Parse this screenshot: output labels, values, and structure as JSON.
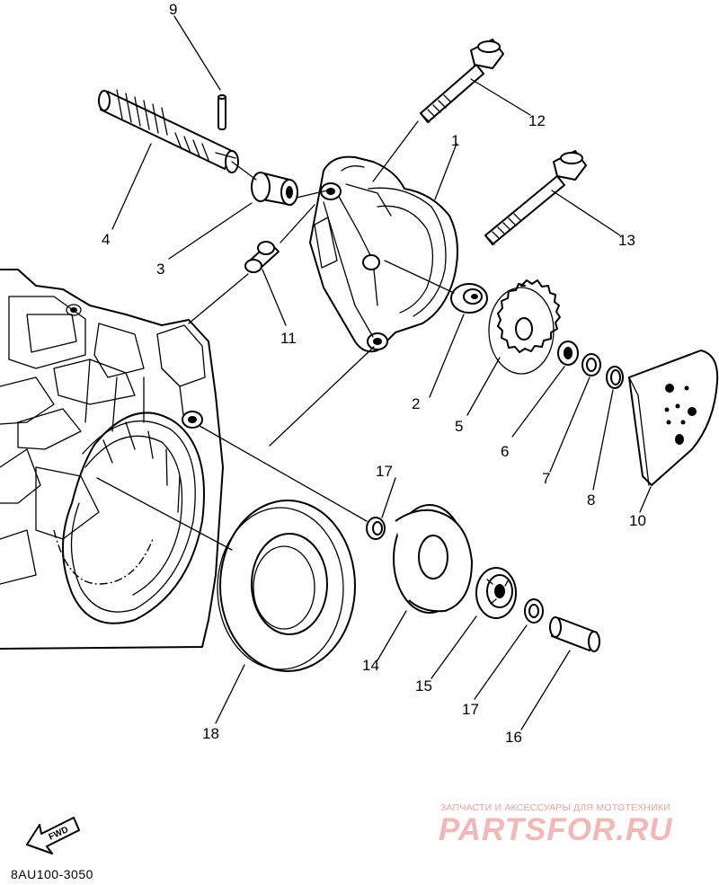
{
  "diagram": {
    "labels": {
      "p1": "1",
      "p2": "2",
      "p3": "3",
      "p4": "4",
      "p5": "5",
      "p6": "6",
      "p7": "7",
      "p8": "8",
      "p9": "9",
      "p10": "10",
      "p11": "11",
      "p12": "12",
      "p13": "13",
      "p14": "14",
      "p15": "15",
      "p16": "16",
      "p17a": "17",
      "p17b": "17",
      "p18": "18"
    },
    "diagram_code": "8AU100-3050",
    "fwd_label": "FWD"
  },
  "watermark": {
    "caption": "ЗАПЧАСТИ И АКСЕССУАРЫ ДЛЯ МОТОТЕХНИКИ",
    "brand": "PARTSFOR.RU"
  },
  "colors": {
    "line": "#000000",
    "watermark": "#f2b8b8"
  }
}
